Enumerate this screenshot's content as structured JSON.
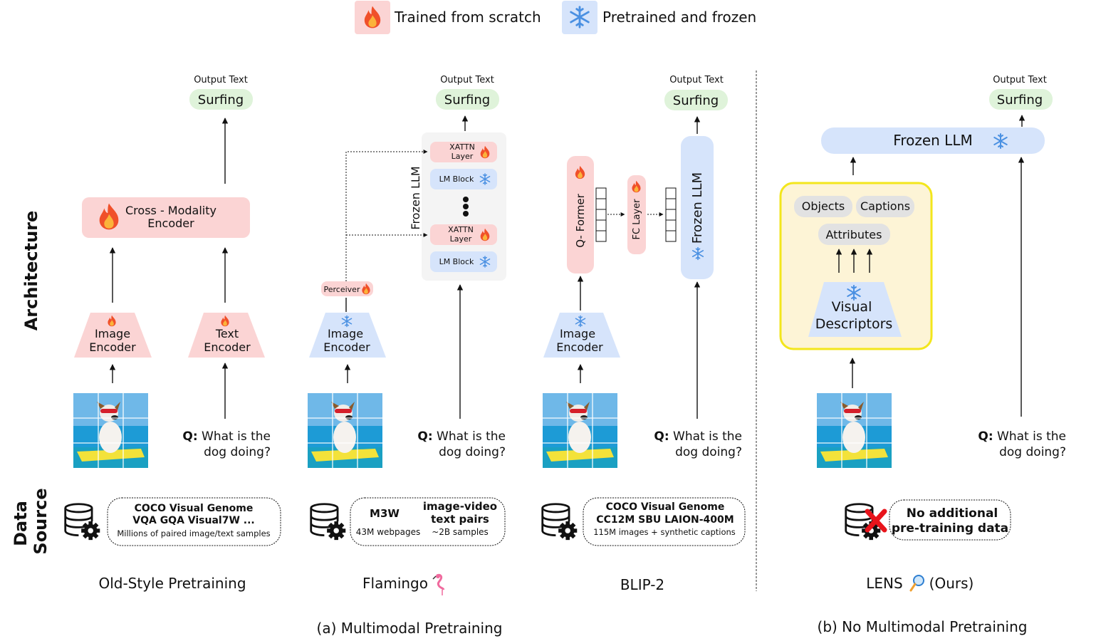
{
  "legend": {
    "trained_label": "Trained from scratch",
    "frozen_label": "Pretrained and frozen"
  },
  "row_labels": {
    "architecture": "Architecture",
    "data_line1": "Data",
    "data_line2": "Source"
  },
  "common": {
    "output_text": "Output Text",
    "surfing": "Surfing",
    "question_prefix": "Q:",
    "question_line1": "What is the",
    "question_line2": "dog doing?",
    "image_encoder_line1": "Image",
    "image_encoder_line2": "Encoder"
  },
  "oldstyle": {
    "cross_line1": "Cross - Modality",
    "cross_line2": "Encoder",
    "text_encoder_line1": "Text",
    "text_encoder_line2": "Encoder",
    "data_line1": "COCO   Visual Genome",
    "data_line2": "VQA   GQA   Visual7W ...",
    "data_line3": "Millions of paired image/text samples",
    "title": "Old-Style Pretraining"
  },
  "flamingo": {
    "frozen_llm": "Frozen LLM",
    "xattn_line1": "XATTN",
    "xattn_line2": "Layer",
    "lm_block": "LM Block",
    "perceiver": "Perceiver",
    "data_m3w": "M3W",
    "data_m3w_sub": "43M webpages",
    "data_iv_line1": "image-video",
    "data_iv_line2": "text pairs",
    "data_iv_sub": "~2B samples",
    "title": "Flamingo"
  },
  "blip2": {
    "qformer": "Q- Former",
    "fc_layer": "FC Layer",
    "frozen_llm": "Frozen LLM",
    "data_line1": "COCO   Visual Genome",
    "data_line2": "CC12M  SBU   LAION-400M",
    "data_line3": "115M images + synthetic captions",
    "title": "BLIP-2"
  },
  "lens": {
    "frozen_llm": "Frozen LLM",
    "objects": "Objects",
    "captions": "Captions",
    "attributes": "Attributes",
    "visual_line1": "Visual",
    "visual_line2": "Descriptors",
    "data_line1": "No additional",
    "data_line2": "pre-training data",
    "title_name": "LENS",
    "title_suffix": "(Ours)"
  },
  "captions": {
    "a": "(a) Multimodal Pretraining",
    "b": "(b) No Multimodal Pretraining"
  },
  "icons": {
    "fire": "fire-icon",
    "snow": "snowflake-icon",
    "database": "database-gear-icon",
    "flamingo": "flamingo-icon",
    "magnifier": "magnifier-icon",
    "cross": "red-cross-icon"
  },
  "colors": {
    "trained": "#fbd4d4",
    "frozen": "#d6e4fb",
    "output": "#dff3da",
    "lens_box_border": "#f3e61c",
    "lens_box_fill": "#fdf4d6",
    "cross": "#e8141b"
  }
}
